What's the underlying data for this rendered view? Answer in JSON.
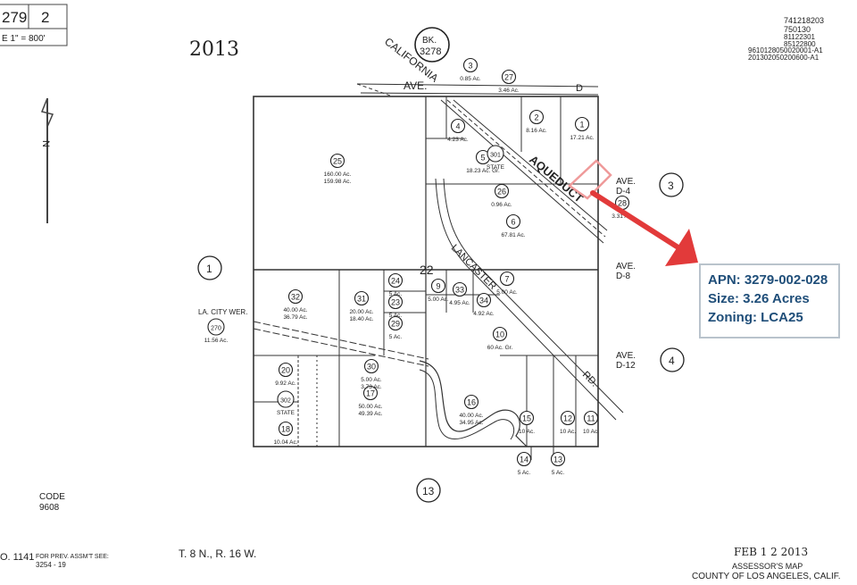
{
  "header": {
    "book_page": "279",
    "page_no": "2",
    "scale": "E 1\" = 800'",
    "year_stamp": "2013",
    "top_right_codes": [
      "741218203",
      "750130",
      "81122301",
      "85122800",
      "9610128050020001-A1",
      "201302050200600-A1"
    ]
  },
  "book_ref": {
    "label": "BK.",
    "number": "3278"
  },
  "streets": {
    "california_ave": [
      "CALIFORNIA",
      "AVE."
    ],
    "ave_d": "D",
    "aqueduct": "AQUEDUCT",
    "lancaster_rd": [
      "LANCASTER",
      "RD."
    ],
    "ave_d4": [
      "AVE.",
      "D-4"
    ],
    "ave_d8": [
      "AVE.",
      "D-8"
    ],
    "ave_d12": [
      "AVE.",
      "D-12"
    ],
    "la_city_wer": "LA. CITY WER."
  },
  "section_number": "22",
  "adjacent_sheets": [
    "1",
    "3",
    "4",
    "13"
  ],
  "parcels": [
    {
      "id": "25",
      "area": "160.00 Ac.",
      "note": "159.98 Ac."
    },
    {
      "id": "5",
      "area": "18.23 Ac. Gr."
    },
    {
      "id": "4",
      "area": "4.23 Ac."
    },
    {
      "id": "2",
      "area": "8.16 Ac."
    },
    {
      "id": "1",
      "area": "17.21 Ac."
    },
    {
      "id": "3",
      "area": "0.85 Ac."
    },
    {
      "id": "27",
      "area": "3.46 Ac."
    },
    {
      "id": "301",
      "area": "STATE"
    },
    {
      "id": "26",
      "area": "0.96 Ac."
    },
    {
      "id": "6",
      "area": "67.81 Ac."
    },
    {
      "id": "28",
      "area": "3.31 Ac."
    },
    {
      "id": "32",
      "area": "40.00 Ac.",
      "note": "36.79 Ac."
    },
    {
      "id": "31",
      "area": "20.00 Ac.",
      "note": "18.40 Ac."
    },
    {
      "id": "24",
      "area": "5 Ac."
    },
    {
      "id": "23",
      "area": "5 Ac."
    },
    {
      "id": "29",
      "area": "5 Ac."
    },
    {
      "id": "9",
      "area": "5.00 Ac."
    },
    {
      "id": "33",
      "area": "4.95 Ac."
    },
    {
      "id": "34",
      "area": "4.92 Ac."
    },
    {
      "id": "7",
      "area": "5.00 Ac."
    },
    {
      "id": "10",
      "area": "60 Ac. Gr."
    },
    {
      "id": "20",
      "area": "9.92 Ac."
    },
    {
      "id": "302",
      "area": "STATE"
    },
    {
      "id": "18",
      "area": "10.04 Ac."
    },
    {
      "id": "17",
      "area": "50.00 Ac.",
      "note": "49.39 Ac."
    },
    {
      "id": "30",
      "area": "5.00 Ac.",
      "note": "3.73 Ac."
    },
    {
      "id": "16",
      "area": "40.00 Ac.",
      "note": "34.95 Ac."
    },
    {
      "id": "15",
      "area": "10 Ac."
    },
    {
      "id": "12",
      "area": "10 Ac."
    },
    {
      "id": "11",
      "area": "10 Ac."
    },
    {
      "id": "14",
      "area": "5 Ac."
    },
    {
      "id": "13",
      "area": "5 Ac."
    },
    {
      "id": "270",
      "area": "11.56 Ac."
    }
  ],
  "callout": {
    "apn": "APN: 3279-002-028",
    "size": "Size: 3.26 Acres",
    "zoning": "Zoning: LCA25"
  },
  "footer": {
    "code_label": "CODE",
    "code_value": "9608",
    "left_ref": "O. 1141",
    "prev_label": "FOR PREV. ASSM'T SEE:",
    "prev_value": "3254 - 19",
    "township": "T. 8 N., R. 16 W.",
    "date_stamp": "FEB 1 2 2013",
    "map_title": "ASSESSOR'S MAP",
    "county": "COUNTY OF LOS ANGELES, CALIF."
  },
  "colors": {
    "highlight": "#e23a3a",
    "callout_text": "#1f4e79",
    "linework": "#333333"
  }
}
